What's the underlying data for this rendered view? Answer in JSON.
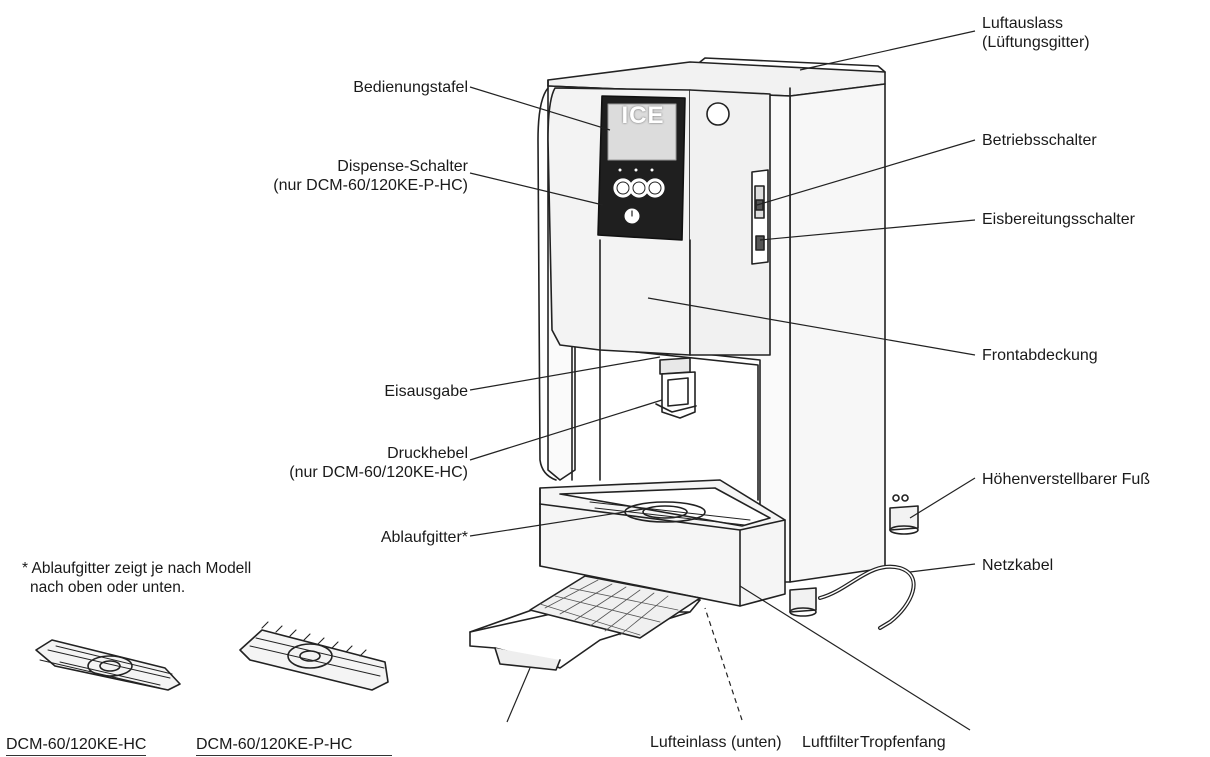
{
  "labels": {
    "luftauslass": [
      "Luftauslass",
      "(Lüftungsgitter)"
    ],
    "bedienungstafel": "Bedienungstafel",
    "dispense": [
      "Dispense-Schalter",
      "(nur DCM-60/120KE-P-HC)"
    ],
    "betriebsschalter": "Betriebsschalter",
    "eisbereitung": "Eisbereitungsschalter",
    "frontabdeckung": "Frontabdeckung",
    "eisausgabe": "Eisausgabe",
    "druckhebel": [
      "Druckhebel",
      "(nur DCM-60/120KE-HC)"
    ],
    "fuss": "Höhenverstellbarer Fuß",
    "ablaufgitter": "Ablaufgitter*",
    "netzkabel": "Netzkabel",
    "lufteinlass": "Lufteinlass (unten)",
    "luftfilter": "Luftfilter",
    "tropfenfang": "Tropfenfang"
  },
  "panel": {
    "logo": "ICE"
  },
  "footnote": [
    "* Ablaufgitter zeigt je nach Modell",
    "nach oben oder unten."
  ],
  "models": {
    "left": "DCM-60/120KE-HC",
    "right": "DCM-60/120KE-P-HC"
  }
}
